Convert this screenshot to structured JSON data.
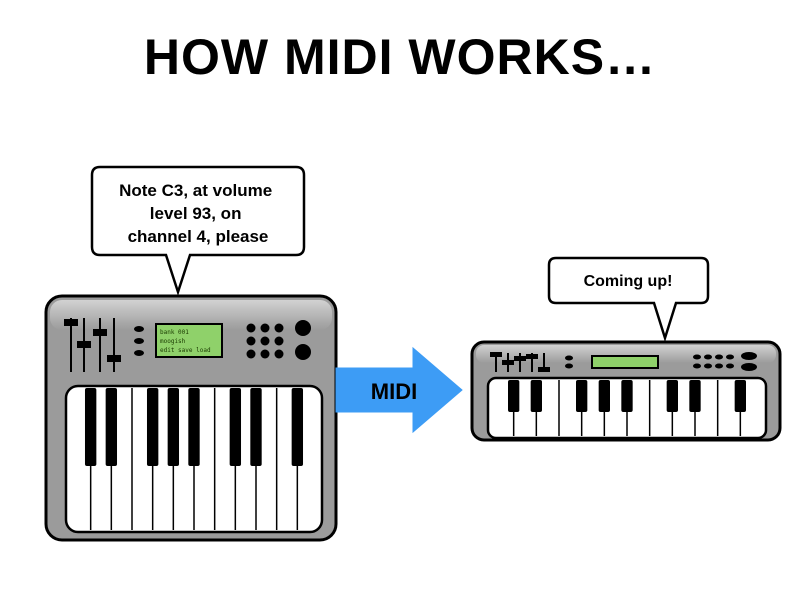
{
  "title": "HOW MIDI WORKS…",
  "sender": {
    "speech": [
      "Note C3, at volume",
      "level 93, on",
      "channel 4, please"
    ],
    "lcd": [
      "bank 001",
      "moogish",
      "edit  save  load"
    ]
  },
  "receiver": {
    "speech": "Coming up!"
  },
  "arrow": {
    "label": "MIDI",
    "color": "#3d9cf5"
  },
  "colors": {
    "synth_body": "#9b9b9b",
    "lcd": "#8fd16a",
    "outline": "#000000"
  }
}
